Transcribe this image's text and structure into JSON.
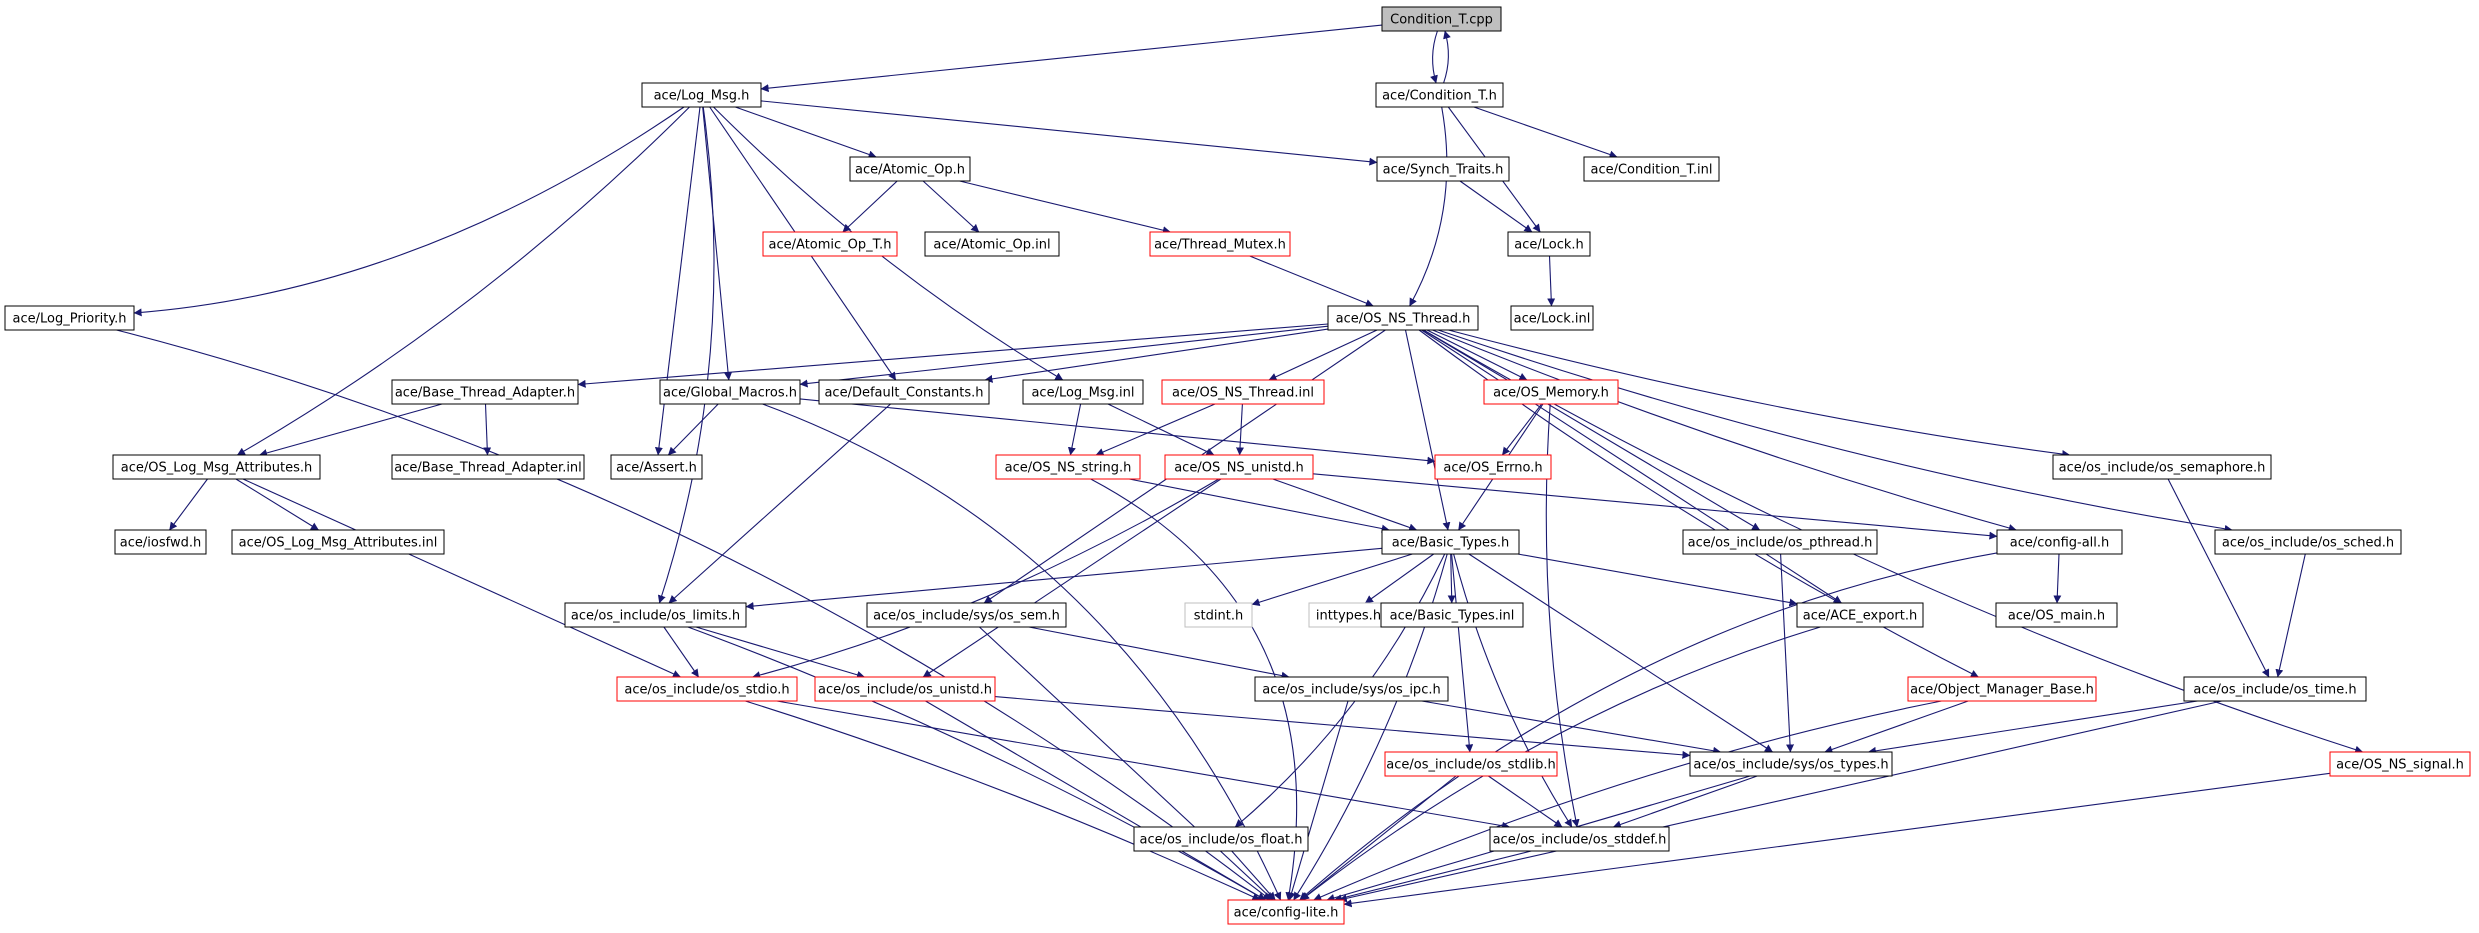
{
  "colors": {
    "edge": "#191970",
    "node_border": "#000000",
    "missing_border": "#ff0000",
    "external_border": "#bfbfbf",
    "root_fill": "#bfbfbf",
    "background": "#ffffff"
  },
  "nodes": [
    {
      "id": "condition_t_cpp",
      "label": "Condition_T.cpp",
      "style": "root"
    },
    {
      "id": "log_msg_h",
      "label": "ace/Log_Msg.h",
      "style": "normal"
    },
    {
      "id": "condition_t_h",
      "label": "ace/Condition_T.h",
      "style": "normal"
    },
    {
      "id": "atomic_op_h",
      "label": "ace/Atomic_Op.h",
      "style": "normal"
    },
    {
      "id": "synch_traits_h",
      "label": "ace/Synch_Traits.h",
      "style": "normal"
    },
    {
      "id": "condition_t_inl",
      "label": "ace/Condition_T.inl",
      "style": "normal"
    },
    {
      "id": "atomic_op_t_h",
      "label": "ace/Atomic_Op_T.h",
      "style": "missing"
    },
    {
      "id": "atomic_op_inl",
      "label": "ace/Atomic_Op.inl",
      "style": "normal"
    },
    {
      "id": "thread_mutex_h",
      "label": "ace/Thread_Mutex.h",
      "style": "missing"
    },
    {
      "id": "lock_h",
      "label": "ace/Lock.h",
      "style": "normal"
    },
    {
      "id": "log_priority_h",
      "label": "ace/Log_Priority.h",
      "style": "normal"
    },
    {
      "id": "os_ns_thread_h",
      "label": "ace/OS_NS_Thread.h",
      "style": "normal"
    },
    {
      "id": "lock_inl",
      "label": "ace/Lock.inl",
      "style": "normal"
    },
    {
      "id": "base_thread_adapter_h",
      "label": "ace/Base_Thread_Adapter.h",
      "style": "normal"
    },
    {
      "id": "global_macros_h",
      "label": "ace/Global_Macros.h",
      "style": "normal"
    },
    {
      "id": "default_constants_h",
      "label": "ace/Default_Constants.h",
      "style": "normal"
    },
    {
      "id": "log_msg_inl",
      "label": "ace/Log_Msg.inl",
      "style": "normal"
    },
    {
      "id": "os_ns_thread_inl",
      "label": "ace/OS_NS_Thread.inl",
      "style": "missing"
    },
    {
      "id": "os_memory_h",
      "label": "ace/OS_Memory.h",
      "style": "missing"
    },
    {
      "id": "os_log_msg_attributes_h",
      "label": "ace/OS_Log_Msg_Attributes.h",
      "style": "normal"
    },
    {
      "id": "base_thread_adapter_inl",
      "label": "ace/Base_Thread_Adapter.inl",
      "style": "normal"
    },
    {
      "id": "assert_h",
      "label": "ace/Assert.h",
      "style": "normal"
    },
    {
      "id": "os_ns_string_h",
      "label": "ace/OS_NS_string.h",
      "style": "missing"
    },
    {
      "id": "os_ns_unistd_h",
      "label": "ace/OS_NS_unistd.h",
      "style": "missing"
    },
    {
      "id": "os_errno_h",
      "label": "ace/OS_Errno.h",
      "style": "missing"
    },
    {
      "id": "os_semaphore_h",
      "label": "ace/os_include/os_semaphore.h",
      "style": "normal"
    },
    {
      "id": "iosfwd_h",
      "label": "ace/iosfwd.h",
      "style": "normal"
    },
    {
      "id": "os_log_msg_attributes_inl",
      "label": "ace/OS_Log_Msg_Attributes.inl",
      "style": "normal"
    },
    {
      "id": "basic_types_h",
      "label": "ace/Basic_Types.h",
      "style": "normal"
    },
    {
      "id": "os_pthread_h",
      "label": "ace/os_include/os_pthread.h",
      "style": "normal"
    },
    {
      "id": "config_all_h",
      "label": "ace/config-all.h",
      "style": "normal"
    },
    {
      "id": "os_sched_h",
      "label": "ace/os_include/os_sched.h",
      "style": "normal"
    },
    {
      "id": "os_limits_h",
      "label": "ace/os_include/os_limits.h",
      "style": "normal"
    },
    {
      "id": "sys_os_sem_h",
      "label": "ace/os_include/sys/os_sem.h",
      "style": "normal"
    },
    {
      "id": "stdint_h",
      "label": "stdint.h",
      "style": "external"
    },
    {
      "id": "inttypes_h",
      "label": "inttypes.h",
      "style": "external"
    },
    {
      "id": "basic_types_inl",
      "label": "ace/Basic_Types.inl",
      "style": "normal"
    },
    {
      "id": "ace_export_h",
      "label": "ace/ACE_export.h",
      "style": "normal"
    },
    {
      "id": "os_main_h",
      "label": "ace/OS_main.h",
      "style": "normal"
    },
    {
      "id": "os_stdio_h",
      "label": "ace/os_include/os_stdio.h",
      "style": "missing"
    },
    {
      "id": "os_unistd_h",
      "label": "ace/os_include/os_unistd.h",
      "style": "missing"
    },
    {
      "id": "sys_os_ipc_h",
      "label": "ace/os_include/sys/os_ipc.h",
      "style": "normal"
    },
    {
      "id": "object_manager_base_h",
      "label": "ace/Object_Manager_Base.h",
      "style": "missing"
    },
    {
      "id": "os_time_h",
      "label": "ace/os_include/os_time.h",
      "style": "normal"
    },
    {
      "id": "os_stdlib_h",
      "label": "ace/os_include/os_stdlib.h",
      "style": "missing"
    },
    {
      "id": "sys_os_types_h",
      "label": "ace/os_include/sys/os_types.h",
      "style": "normal"
    },
    {
      "id": "os_ns_signal_h",
      "label": "ace/OS_NS_signal.h",
      "style": "missing"
    },
    {
      "id": "os_float_h",
      "label": "ace/os_include/os_float.h",
      "style": "normal"
    },
    {
      "id": "os_stddef_h",
      "label": "ace/os_include/os_stddef.h",
      "style": "normal"
    },
    {
      "id": "config_lite_h",
      "label": "ace/config-lite.h",
      "style": "missing"
    }
  ],
  "edges": [
    [
      "condition_t_cpp",
      "log_msg_h"
    ],
    [
      "condition_t_cpp",
      "condition_t_h"
    ],
    [
      "condition_t_h",
      "condition_t_cpp"
    ],
    [
      "log_msg_h",
      "atomic_op_h"
    ],
    [
      "log_msg_h",
      "synch_traits_h"
    ],
    [
      "log_msg_h",
      "log_priority_h"
    ],
    [
      "log_msg_h",
      "os_log_msg_attributes_h"
    ],
    [
      "log_msg_h",
      "os_limits_h"
    ],
    [
      "log_msg_h",
      "assert_h"
    ],
    [
      "log_msg_h",
      "global_macros_h"
    ],
    [
      "log_msg_h",
      "default_constants_h"
    ],
    [
      "log_msg_h",
      "log_msg_inl"
    ],
    [
      "condition_t_h",
      "condition_t_inl"
    ],
    [
      "condition_t_h",
      "lock_h"
    ],
    [
      "condition_t_h",
      "os_ns_thread_h"
    ],
    [
      "atomic_op_h",
      "atomic_op_t_h"
    ],
    [
      "atomic_op_h",
      "atomic_op_inl"
    ],
    [
      "atomic_op_h",
      "thread_mutex_h"
    ],
    [
      "synch_traits_h",
      "lock_h"
    ],
    [
      "lock_h",
      "lock_inl"
    ],
    [
      "thread_mutex_h",
      "os_ns_thread_h"
    ],
    [
      "log_priority_h",
      "config_lite_h"
    ],
    [
      "os_ns_thread_h",
      "base_thread_adapter_h"
    ],
    [
      "os_ns_thread_h",
      "global_macros_h"
    ],
    [
      "os_ns_thread_h",
      "default_constants_h"
    ],
    [
      "os_ns_thread_h",
      "os_ns_thread_inl"
    ],
    [
      "os_ns_thread_h",
      "os_memory_h"
    ],
    [
      "os_ns_thread_h",
      "basic_types_h"
    ],
    [
      "os_ns_thread_h",
      "sys_os_sem_h"
    ],
    [
      "os_ns_thread_h",
      "os_pthread_h"
    ],
    [
      "os_ns_thread_h",
      "ace_export_h"
    ],
    [
      "os_ns_thread_h",
      "config_all_h"
    ],
    [
      "os_ns_thread_h",
      "object_manager_base_h"
    ],
    [
      "os_ns_thread_h",
      "os_semaphore_h"
    ],
    [
      "os_ns_thread_h",
      "os_sched_h"
    ],
    [
      "os_ns_thread_h",
      "os_ns_signal_h"
    ],
    [
      "base_thread_adapter_h",
      "os_log_msg_attributes_h"
    ],
    [
      "base_thread_adapter_h",
      "base_thread_adapter_inl"
    ],
    [
      "global_macros_h",
      "assert_h"
    ],
    [
      "global_macros_h",
      "os_errno_h"
    ],
    [
      "global_macros_h",
      "config_lite_h"
    ],
    [
      "default_constants_h",
      "os_limits_h"
    ],
    [
      "log_msg_inl",
      "os_ns_string_h"
    ],
    [
      "log_msg_inl",
      "os_ns_unistd_h"
    ],
    [
      "os_ns_thread_inl",
      "os_ns_string_h"
    ],
    [
      "os_ns_thread_inl",
      "os_ns_unistd_h"
    ],
    [
      "os_memory_h",
      "os_errno_h"
    ],
    [
      "os_memory_h",
      "basic_types_h"
    ],
    [
      "os_memory_h",
      "os_stddef_h"
    ],
    [
      "os_log_msg_attributes_h",
      "iosfwd_h"
    ],
    [
      "os_log_msg_attributes_h",
      "os_log_msg_attributes_inl"
    ],
    [
      "os_log_msg_attributes_h",
      "os_stdio_h"
    ],
    [
      "os_ns_string_h",
      "basic_types_h"
    ],
    [
      "os_ns_string_h",
      "config_lite_h"
    ],
    [
      "os_ns_unistd_h",
      "basic_types_h"
    ],
    [
      "os_ns_unistd_h",
      "os_stdio_h"
    ],
    [
      "os_ns_unistd_h",
      "os_unistd_h"
    ],
    [
      "os_ns_unistd_h",
      "config_all_h"
    ],
    [
      "os_semaphore_h",
      "os_time_h"
    ],
    [
      "os_sched_h",
      "os_time_h"
    ],
    [
      "basic_types_h",
      "os_limits_h"
    ],
    [
      "basic_types_h",
      "stdint_h"
    ],
    [
      "basic_types_h",
      "inttypes_h"
    ],
    [
      "basic_types_h",
      "basic_types_inl"
    ],
    [
      "basic_types_h",
      "ace_export_h"
    ],
    [
      "basic_types_h",
      "sys_os_types_h"
    ],
    [
      "basic_types_h",
      "os_stdlib_h"
    ],
    [
      "basic_types_h",
      "os_float_h"
    ],
    [
      "basic_types_h",
      "os_stddef_h"
    ],
    [
      "basic_types_h",
      "config_lite_h"
    ],
    [
      "os_pthread_h",
      "sys_os_types_h"
    ],
    [
      "config_all_h",
      "os_main_h"
    ],
    [
      "config_all_h",
      "config_lite_h"
    ],
    [
      "os_limits_h",
      "os_stdio_h"
    ],
    [
      "os_limits_h",
      "os_unistd_h"
    ],
    [
      "os_limits_h",
      "config_lite_h"
    ],
    [
      "sys_os_sem_h",
      "sys_os_ipc_h"
    ],
    [
      "sys_os_sem_h",
      "config_lite_h"
    ],
    [
      "ace_export_h",
      "config_lite_h"
    ],
    [
      "os_stdio_h",
      "os_stddef_h"
    ],
    [
      "os_stdio_h",
      "config_lite_h"
    ],
    [
      "os_unistd_h",
      "sys_os_types_h"
    ],
    [
      "os_unistd_h",
      "config_lite_h"
    ],
    [
      "sys_os_ipc_h",
      "sys_os_types_h"
    ],
    [
      "sys_os_ipc_h",
      "config_lite_h"
    ],
    [
      "object_manager_base_h",
      "sys_os_types_h"
    ],
    [
      "object_manager_base_h",
      "config_lite_h"
    ],
    [
      "os_time_h",
      "sys_os_types_h"
    ],
    [
      "os_time_h",
      "config_lite_h"
    ],
    [
      "os_stdlib_h",
      "os_stddef_h"
    ],
    [
      "os_stdlib_h",
      "config_lite_h"
    ],
    [
      "sys_os_types_h",
      "os_stddef_h"
    ],
    [
      "sys_os_types_h",
      "config_lite_h"
    ],
    [
      "os_ns_signal_h",
      "config_lite_h"
    ],
    [
      "os_float_h",
      "config_lite_h"
    ],
    [
      "os_stddef_h",
      "config_lite_h"
    ]
  ]
}
